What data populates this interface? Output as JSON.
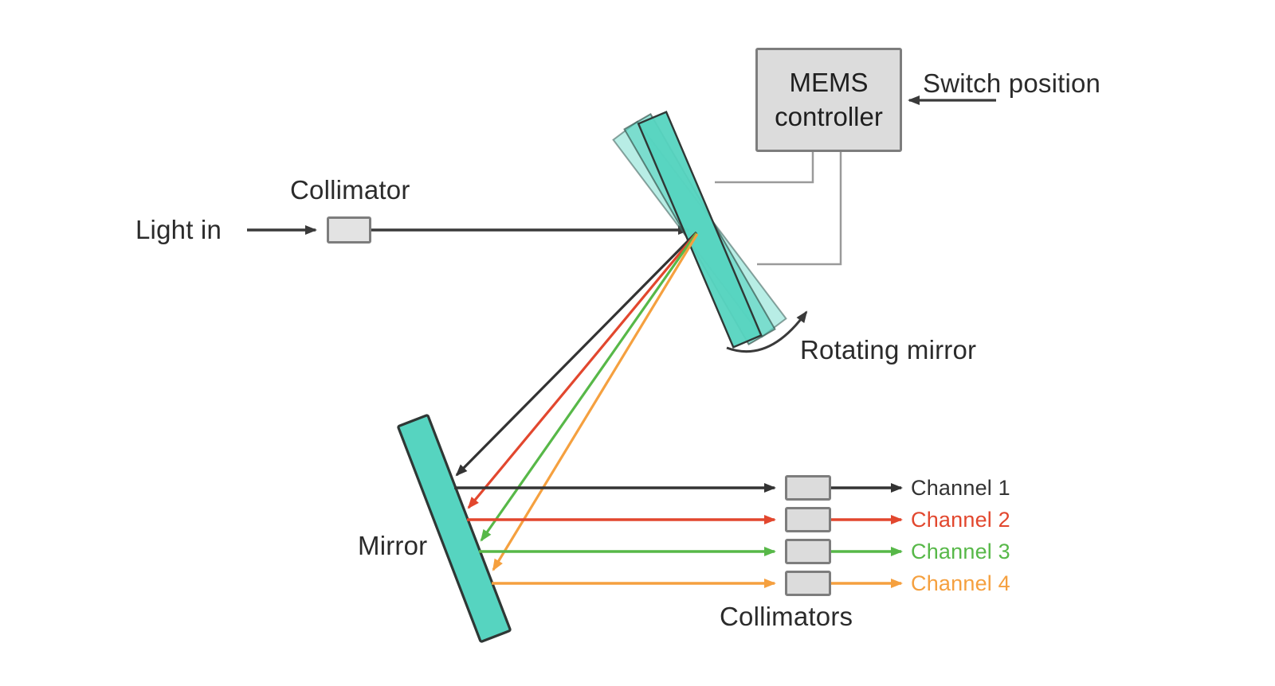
{
  "diagram": {
    "labels": {
      "light_in": "Light in",
      "collimator": "Collimator",
      "mems_line1": "MEMS",
      "mems_line2": "controller",
      "switch_position": "Switch position",
      "rotating_mirror": "Rotating mirror",
      "mirror": "Mirror",
      "collimators": "Collimators"
    },
    "channels": [
      {
        "label": "Channel 1",
        "color": "#333333"
      },
      {
        "label": "Channel 2",
        "color": "#e2472e"
      },
      {
        "label": "Channel 3",
        "color": "#57b848"
      },
      {
        "label": "Channel 4",
        "color": "#f5a03f"
      }
    ],
    "colors": {
      "mirror_teal": "#56d4c0",
      "beam_dark": "#3a3a3a",
      "wire_gray": "#9a9a9a",
      "box_fill": "#dcdcdc",
      "box_border": "#7d7d7d",
      "label_text": "#2b2b2b"
    }
  }
}
